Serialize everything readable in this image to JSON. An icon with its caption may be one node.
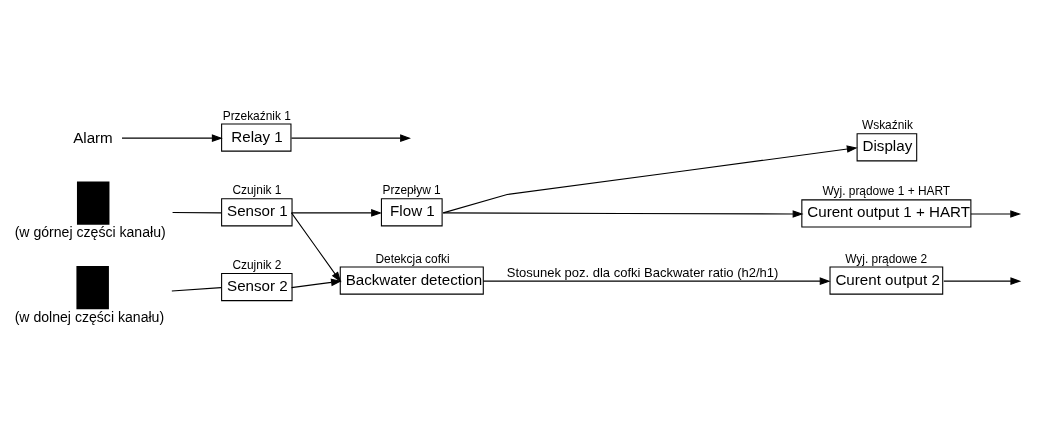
{
  "diagram": {
    "nodes": [
      {
        "text": [],
        "shape": "box",
        "beside": [
          "(w górnej części kanału)"
        ]
      },
      {
        "text": [
          "Czujnik 1",
          "Sensor 1"
        ]
      },
      {
        "text": [],
        "shape": "box",
        "beside": [
          "(w dolnej części kanału)"
        ]
      },
      {
        "text": [
          "Czujnik 2",
          "Sensor 2"
        ]
      },
      {
        "text": [
          "Przepływ 1",
          "Flow 1"
        ]
      },
      {
        "text": [
          "Detekcja cofki",
          "Backwater detection"
        ]
      },
      {
        "text": [
          "Wskaźnik",
          "Display"
        ]
      },
      {
        "text": [
          "Wyj. prądowe 1 + HART",
          "Curent output 1 + HART"
        ]
      },
      {
        "text": [
          "Wyj. prądowe 2",
          "Curent output 2"
        ]
      },
      {
        "text": [
          "Alarm"
        ]
      },
      {
        "text": [
          "Przekaźnik 1",
          "Relay 1"
        ]
      }
    ],
    "edges": [
      {
        "from": 0,
        "to": 1,
        "arrow": "none"
      },
      {
        "from": 2,
        "to": 3,
        "arrow": "none"
      },
      {
        "from": 1,
        "to": 4,
        "arrow": "to"
      },
      {
        "from": 1,
        "to": 5,
        "arrow": "to"
      },
      {
        "from": 3,
        "to": 5,
        "arrow": "to"
      },
      {
        "from": 4,
        "to": 6,
        "arrow": "to"
      },
      {
        "from": 4,
        "to": 7,
        "arrow": "to"
      },
      {
        "from": 5,
        "to": 8,
        "arrow": "to",
        "label": "Stosunek poz. dla cofki Backwater ratio (h2/h1)"
      },
      {
        "from": 9,
        "to": 10,
        "arrow": "to"
      },
      {
        "from": 7,
        "to": null,
        "arrow": "to"
      },
      {
        "from": 8,
        "to": null,
        "arrow": "to"
      },
      {
        "from": 10,
        "to": null,
        "arrow": "to"
      }
    ]
  }
}
